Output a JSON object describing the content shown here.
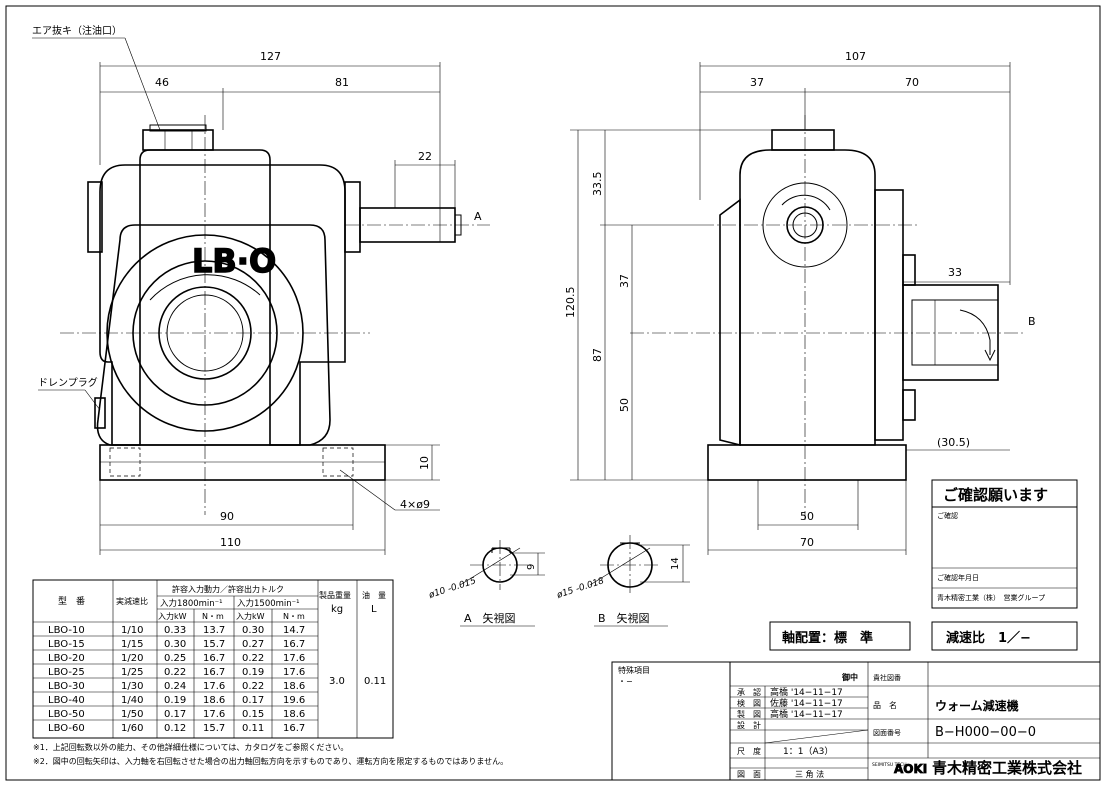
{
  "labels": {
    "air_vent": "エア抜キ（注油口）",
    "drain_plug": "ドレンプラグ",
    "casting_mark": "LB·O",
    "shaft_a": "A",
    "shaft_b": "B",
    "view_a": "A　矢視図",
    "view_b": "B　矢視図",
    "phi10": "ø10 -0.015",
    "phi15": "ø15 -0.018",
    "key9": "9",
    "key14": "14"
  },
  "dims_front": {
    "overall": "127",
    "left": "46",
    "right": "81",
    "shaft": "22",
    "base_height": "10",
    "holes": "4×ø9",
    "hole_pitch": "90",
    "base_width": "110"
  },
  "dims_side": {
    "overall": "107",
    "left": "37",
    "right": "70",
    "height_total": "120.5",
    "top": "33.5",
    "upper": "37",
    "lower_total": "87",
    "lower": "50",
    "shaft": "33",
    "ref": "(30.5)",
    "base_pitch": "50",
    "base_width": "70"
  },
  "table": {
    "headers": {
      "model": "型　番",
      "ratio": "実減速比",
      "power_torque": "許容入力動力／許容出力トルク",
      "speed1800": "入力1800min⁻¹",
      "speed1500": "入力1500min⁻¹",
      "kw": "入力kW",
      "nm": "N・m",
      "weight": "製品重量",
      "weight_unit": "kg",
      "oil": "油　量",
      "oil_unit": "L"
    },
    "rows": [
      [
        "LBO-10",
        "1/10",
        "0.33",
        "13.7",
        "0.30",
        "14.7"
      ],
      [
        "LBO-15",
        "1/15",
        "0.30",
        "15.7",
        "0.27",
        "16.7"
      ],
      [
        "LBO-20",
        "1/20",
        "0.25",
        "16.7",
        "0.22",
        "17.6"
      ],
      [
        "LBO-25",
        "1/25",
        "0.22",
        "16.7",
        "0.19",
        "17.6"
      ],
      [
        "LBO-30",
        "1/30",
        "0.24",
        "17.6",
        "0.22",
        "18.6"
      ],
      [
        "LBO-40",
        "1/40",
        "0.19",
        "18.6",
        "0.17",
        "19.6"
      ],
      [
        "LBO-50",
        "1/50",
        "0.17",
        "17.6",
        "0.15",
        "18.6"
      ],
      [
        "LBO-60",
        "1/60",
        "0.12",
        "15.7",
        "0.11",
        "16.7"
      ]
    ],
    "weight": "3.0",
    "oil": "0.11"
  },
  "notes": [
    "※1．上記回転数以外の能力、その他詳細仕様については、カタログをご参照ください。",
    "※2．図中の回転矢印は、入力軸を右回転させた場合の出力軸回転方向を示すものであり、運転方向を限定するものではありません。"
  ],
  "confirm": {
    "title": "ご確認願います",
    "label": "ご確認",
    "date_label": "ご確認年月日",
    "company": "青木精密工業（株）　営業グループ"
  },
  "axis_position": "軸配置：標　準",
  "reduction": "減速比　1／−",
  "title_block": {
    "special_label": "特殊項目",
    "special_value": "・−",
    "customer_suffix": "御中",
    "customer_drawing_label": "貴社図番",
    "rows": [
      [
        "承　認",
        "高橋 '14−11−17"
      ],
      [
        "検　図",
        "佐藤 '14−11−17"
      ],
      [
        "製　図",
        "高橋 '14−11−17"
      ],
      [
        "設　計",
        ""
      ]
    ],
    "product_label": "品　名",
    "product": "ウォーム減速機",
    "drawing_no_label": "図面番号",
    "drawing_no": "B−H000−00−0",
    "scale_label": "尺　度",
    "scale": "1：1（A3）",
    "projection_label": "図　面",
    "projection": "三 角 法",
    "logo_small": "SEIMITSU TECH",
    "logo": "AOKI",
    "company": "青木精密工業株式会社"
  }
}
